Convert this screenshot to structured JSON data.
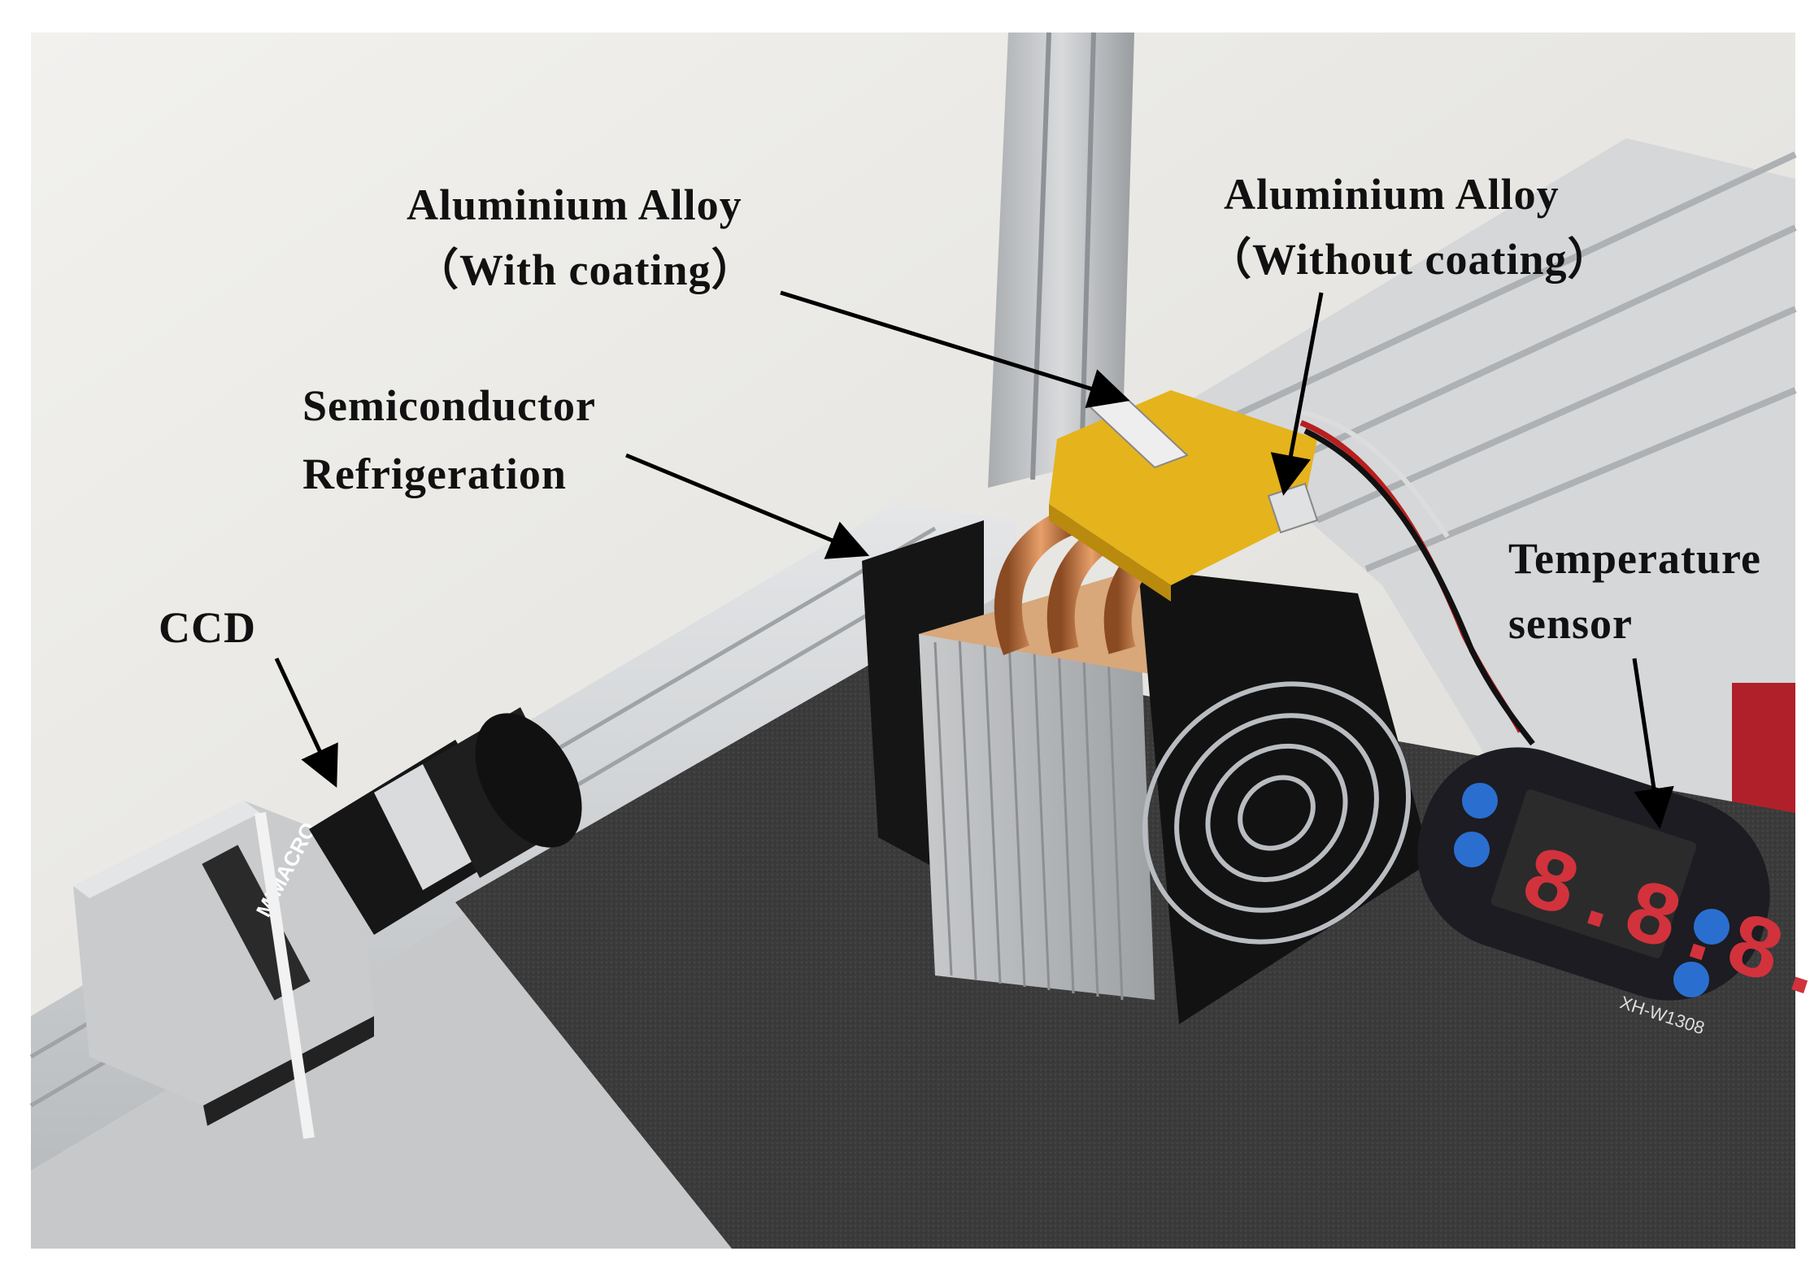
{
  "labels": {
    "coated_alloy": {
      "line1": "Aluminium Alloy",
      "line2": "（With coating）"
    },
    "uncoated_alloy": {
      "line1": "Aluminium Alloy",
      "line2": "（Without coating）"
    },
    "refrigeration": {
      "line1": "Semiconductor",
      "line2": "Refrigeration"
    },
    "ccd": {
      "line1": "CCD"
    },
    "temp_sensor": {
      "line1": "Temperature",
      "line2": "sensor"
    }
  },
  "device_markings": {
    "camera_brand": "MIMACRO",
    "controller_model": "XH-W1308",
    "controller_display": "8.8.8."
  },
  "colors": {
    "wall": "#ecebe8",
    "foam_pad": "#3c3c3c",
    "rail": "#cfd1d3",
    "copper": "#c57a45",
    "kapton_tape": "#e6b41e",
    "controller_body": "#1c1c22",
    "display_digits": "#d2323c",
    "button_blue": "#2a6fd0",
    "arrow": "#000000"
  }
}
